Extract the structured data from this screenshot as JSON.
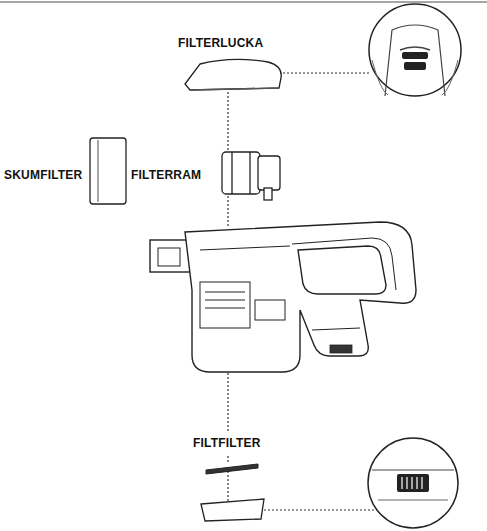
{
  "diagram": {
    "labels": [
      "FILTERLUCKA",
      "SKUMFILTER",
      "FILTERRAM",
      "FILTFILTER"
    ]
  }
}
